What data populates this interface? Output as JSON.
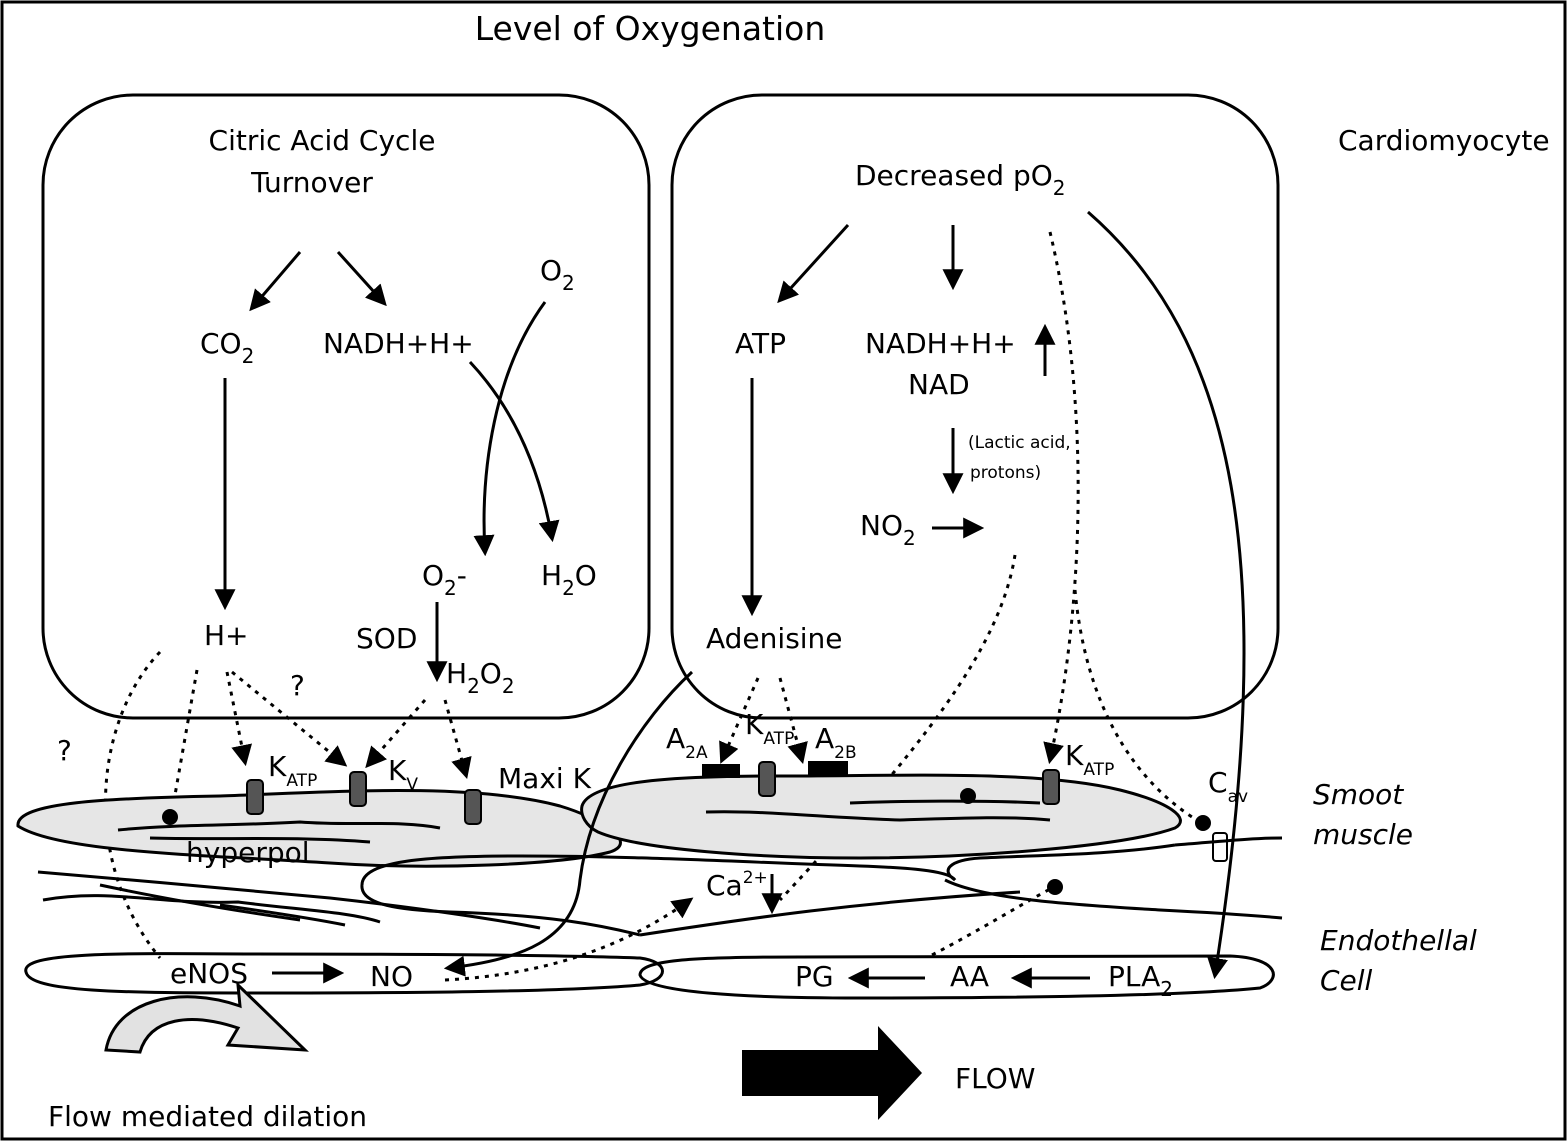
{
  "title": "Level of Oxygenation",
  "left_box": {
    "heading_line1": "Citric Acid Cycle",
    "heading_line2": "Turnover",
    "co2": "CO",
    "co2_sub": "2",
    "nadh": "NADH+H+",
    "o2": "O",
    "o2_sub": "2",
    "o2minus": "O",
    "o2minus_sub": "2",
    "o2minus_suffix": "-",
    "h2o_a": "H",
    "h2o_sub": "2",
    "h2o_b": "O",
    "hplus": "H+",
    "sod": "SOD",
    "h2o2_a": "H",
    "h2o2_sub1": "2",
    "h2o2_b": "O",
    "h2o2_sub2": "2",
    "q1": "?",
    "q2": "?"
  },
  "right_box": {
    "heading": "Decreased pO",
    "heading_sub": "2",
    "atp": "ATP",
    "nadh": "NADH+H+",
    "nad": "NAD",
    "lactic_line1": "(Lactic acid,",
    "lactic_line2": "protons)",
    "no2": "NO",
    "no2_sub": "2",
    "adenosine": "Adenisine"
  },
  "cardiomyocyte": "Cardiomyocyte",
  "channels": {
    "katp": "K",
    "katp_sub": "ATP",
    "kv": "K",
    "kv_sub": "V",
    "maxik": "Maxi K",
    "a2a": "A",
    "a2a_sub": "2A",
    "a2b": "A",
    "a2b_sub": "2B",
    "katp2": "K",
    "katp2_sub": "ATP",
    "katp3": "K",
    "katp3_sub": "ATP",
    "cav": "C",
    "cav_sub": "av"
  },
  "smooth_muscle": {
    "hyperpol": "hyperpol",
    "label_line1": "Smoot",
    "label_line2": "muscle",
    "ca": "Ca",
    "ca_sup": "2+"
  },
  "endothelial": {
    "label_line1": "Endothellal",
    "label_line2": "Cell",
    "enos": "eNOS",
    "no": "NO",
    "pg": "PG",
    "aa": "AA",
    "pla2": "PLA",
    "pla2_sub": "2"
  },
  "flow": "FLOW",
  "fmd": "Flow mediated dilation"
}
